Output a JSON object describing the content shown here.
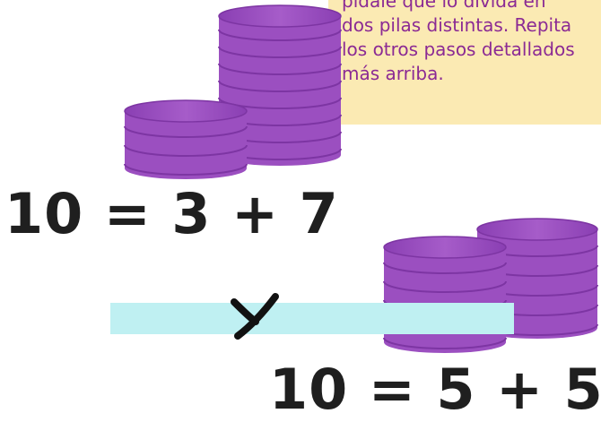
{
  "note": {
    "text": "pídale que lo divida en\ndos pilas distintas. Repita\nlos otros pasos detallados\nmás arriba."
  },
  "equation_1": "10 = 3 + 7",
  "connector": "Y",
  "equation_2": "10 = 5 + 5",
  "colors": {
    "coin_purple": "#9b4fc0",
    "coin_dark": "#7d35a3",
    "note_bg": "#fbeab3",
    "note_text": "#8b2a94",
    "highlight": "#bff0f2",
    "equation_text": "#1f1f1f"
  }
}
